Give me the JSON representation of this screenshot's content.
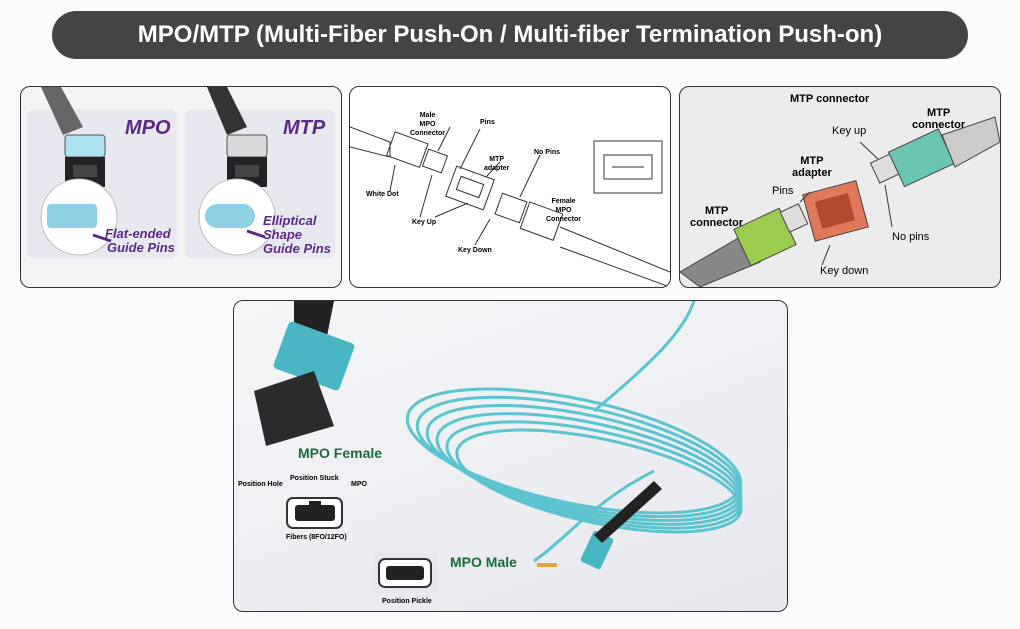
{
  "title": "MPO/MTP (Multi-Fiber Push-On / Multi-fiber Termination Push-on)",
  "panel1": {
    "mpo_title": "MPO",
    "mtp_title": "MTP",
    "mpo_pin_line1": "Flat-ended",
    "mpo_pin_line2": "Guide Pins",
    "mtp_pin_line1": "Elliptical",
    "mtp_pin_line2": "Shape",
    "mtp_pin_line3": "Guide Pins",
    "accent": "#5b2a86"
  },
  "panel2": {
    "male_line1": "Male",
    "male_line2": "MPO",
    "male_line3": "Connector",
    "pins": "Pins",
    "adapter_line1": "MTP",
    "adapter_line2": "adapter",
    "no_pins": "No Pins",
    "white_dot": "White Dot",
    "key_up": "Key Up",
    "key_down": "Key Down",
    "female_line1": "Female",
    "female_line2": "MPO",
    "female_line3": "Connector"
  },
  "panel3": {
    "title": "MTP connector",
    "right_conn_line1": "MTP",
    "right_conn_line2": "connector",
    "key_up": "Key up",
    "adapter_line1": "MTP",
    "adapter_line2": "adapter",
    "pins": "Pins",
    "left_conn_line1": "MTP",
    "left_conn_line2": "connector",
    "no_pins": "No pins",
    "key_down": "Key down"
  },
  "panel4": {
    "mpo_female": "MPO Female",
    "position_hole": "Position Hole",
    "position_stuck": "Position Stuck",
    "mpo": "MPO",
    "fibers": "Fibers (8FO/12FO)",
    "mpo_male": "MPO Male",
    "position_pickle": "Position Pickle",
    "label_color": "#1a6b3c",
    "cable_color": "#5cc4cf"
  }
}
